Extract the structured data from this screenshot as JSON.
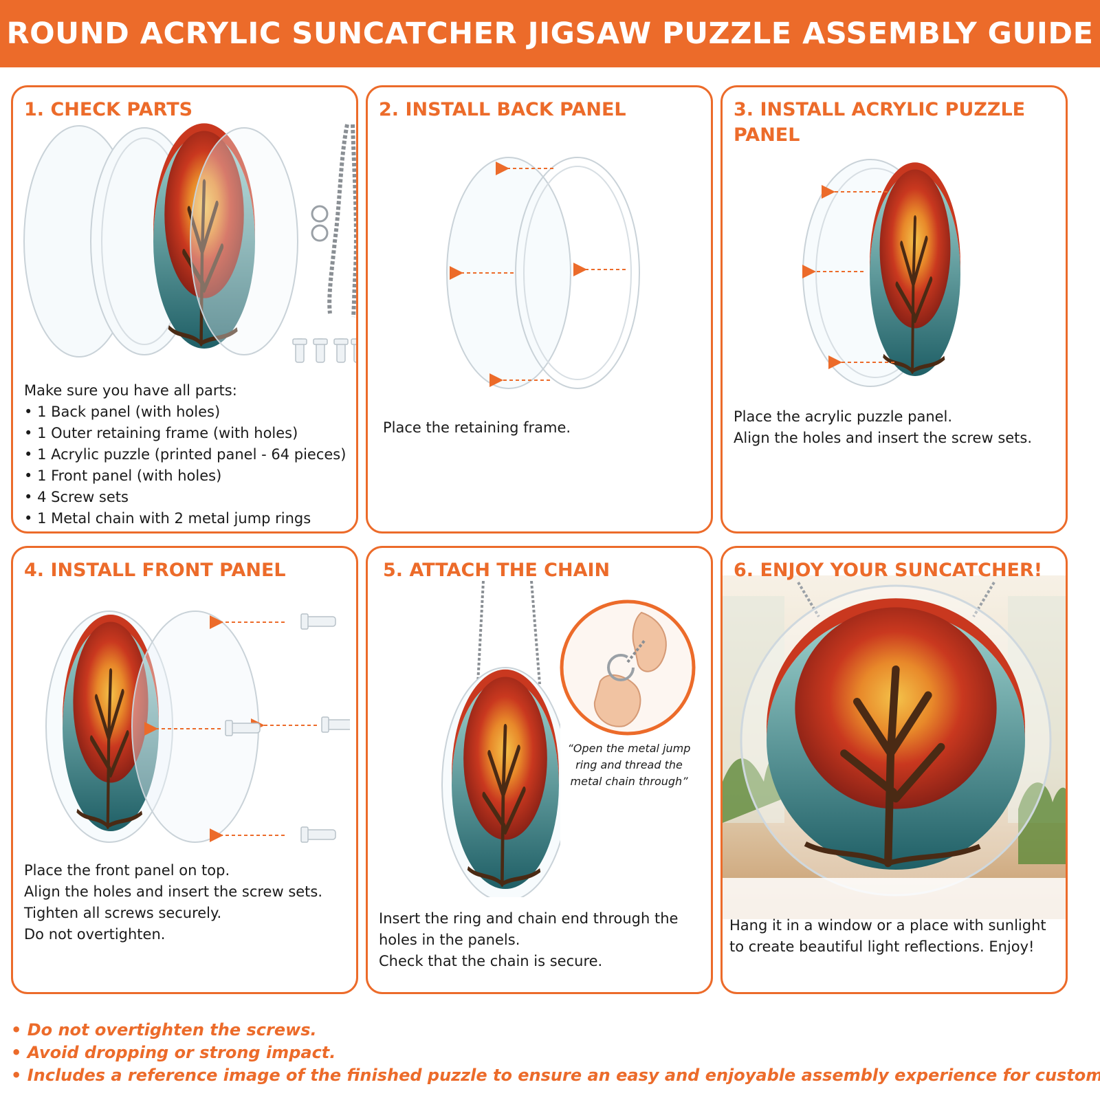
{
  "header": {
    "title": "ROUND ACRYLIC SUNCATCHER JIGSAW PUZZLE ASSEMBLY GUIDE"
  },
  "steps": [
    {
      "title": "1. CHECK PARTS",
      "intro": "Make sure you have all parts:",
      "items": [
        "1 Back panel (with holes)",
        "1 Outer retaining frame (with holes)",
        "1 Acrylic puzzle (printed panel - 64 pieces)",
        "1 Front panel (with holes)",
        "4 Screw sets",
        "1 Metal chain with 2 metal jump rings"
      ]
    },
    {
      "title": "2. INSTALL BACK PANEL",
      "lines": [
        "Place the retaining frame."
      ]
    },
    {
      "title": "3. INSTALL ACRYLIC PUZZLE PANEL",
      "lines": [
        "Place the acrylic puzzle panel.",
        "Align the holes and insert the screw sets."
      ]
    },
    {
      "title": "4. INSTALL FRONT PANEL",
      "lines": [
        "Place the front panel on top.",
        "Align the holes and insert the screw sets.",
        "Tighten all screws securely.",
        "Do not overtighten."
      ]
    },
    {
      "title": "5. ATTACH THE CHAIN",
      "lines": [
        "Insert the ring and chain end through the",
        "holes in the panels.",
        "Check that the chain is secure."
      ],
      "callout": "“Open the metal jump ring and thread the metal chain through”"
    },
    {
      "title": "6. ENJOY YOUR SUNCATCHER!",
      "lines": [
        "Hang it in a window or a place with sunlight",
        "to create beautiful light reflections. Enjoy!"
      ]
    }
  ],
  "notes": [
    "Do not overtighten the screws.",
    "Avoid dropping or strong impact.",
    "Includes a reference image of the finished puzzle to ensure an easy and enjoyable assembly experience for customers."
  ],
  "colors": {
    "accent": "#ec6b2a",
    "text": "#1a1a1a",
    "panel_edge": "#c9d2d8"
  },
  "icons": [
    "acrylic-panel-icon",
    "tree-of-life-art-icon",
    "chain-icon",
    "jump-ring-icon",
    "screw-set-icon",
    "arrow-icon",
    "hand-icon"
  ]
}
